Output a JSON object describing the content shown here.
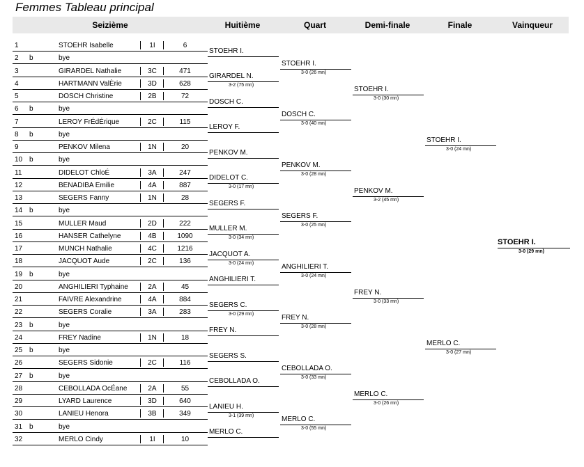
{
  "title": "Femmes Tableau principal",
  "headers": [
    "Seizième",
    "Huitième",
    "Quart",
    "Demi-finale",
    "Finale",
    "Vainqueur"
  ],
  "entries": [
    {
      "num": "1",
      "b": "",
      "name": "STOEHR Isabelle",
      "cls": "1I",
      "rank": "6"
    },
    {
      "num": "2",
      "b": "b",
      "name": "bye",
      "cls": "",
      "rank": ""
    },
    {
      "num": "3",
      "b": "",
      "name": "GIRARDEL Nathalie",
      "cls": "3C",
      "rank": "471"
    },
    {
      "num": "4",
      "b": "",
      "name": "HARTMANN ValÈrie",
      "cls": "3D",
      "rank": "628"
    },
    {
      "num": "5",
      "b": "",
      "name": "DOSCH Christine",
      "cls": "2B",
      "rank": "72"
    },
    {
      "num": "6",
      "b": "b",
      "name": "bye",
      "cls": "",
      "rank": ""
    },
    {
      "num": "7",
      "b": "",
      "name": "LEROY FrÉdÉrique",
      "cls": "2C",
      "rank": "115"
    },
    {
      "num": "8",
      "b": "b",
      "name": "bye",
      "cls": "",
      "rank": ""
    },
    {
      "num": "9",
      "b": "",
      "name": "PENKOV Milena",
      "cls": "1N",
      "rank": "20"
    },
    {
      "num": "10",
      "b": "b",
      "name": "bye",
      "cls": "",
      "rank": ""
    },
    {
      "num": "11",
      "b": "",
      "name": "DIDELOT ChloÉ",
      "cls": "3A",
      "rank": "247"
    },
    {
      "num": "12",
      "b": "",
      "name": "BENADIBA Emilie",
      "cls": "4A",
      "rank": "887"
    },
    {
      "num": "13",
      "b": "",
      "name": "SEGERS Fanny",
      "cls": "1N",
      "rank": "28"
    },
    {
      "num": "14",
      "b": "b",
      "name": "bye",
      "cls": "",
      "rank": ""
    },
    {
      "num": "15",
      "b": "",
      "name": "MULLER Maud",
      "cls": "2D",
      "rank": "222"
    },
    {
      "num": "16",
      "b": "",
      "name": "HANSER Cathelyne",
      "cls": "4B",
      "rank": "1090"
    },
    {
      "num": "17",
      "b": "",
      "name": "MUNCH Nathalie",
      "cls": "4C",
      "rank": "1216"
    },
    {
      "num": "18",
      "b": "",
      "name": "JACQUOT Aude",
      "cls": "2C",
      "rank": "136"
    },
    {
      "num": "19",
      "b": "b",
      "name": "bye",
      "cls": "",
      "rank": ""
    },
    {
      "num": "20",
      "b": "",
      "name": "ANGHILIERI Typhaine",
      "cls": "2A",
      "rank": "45"
    },
    {
      "num": "21",
      "b": "",
      "name": "FAIVRE Alexandrine",
      "cls": "4A",
      "rank": "884"
    },
    {
      "num": "22",
      "b": "",
      "name": "SEGERS Coralie",
      "cls": "3A",
      "rank": "283"
    },
    {
      "num": "23",
      "b": "b",
      "name": "bye",
      "cls": "",
      "rank": ""
    },
    {
      "num": "24",
      "b": "",
      "name": "FREY Nadine",
      "cls": "1N",
      "rank": "18"
    },
    {
      "num": "25",
      "b": "b",
      "name": "bye",
      "cls": "",
      "rank": ""
    },
    {
      "num": "26",
      "b": "",
      "name": "SEGERS Sidonie",
      "cls": "2C",
      "rank": "116"
    },
    {
      "num": "27",
      "b": "b",
      "name": "bye",
      "cls": "",
      "rank": ""
    },
    {
      "num": "28",
      "b": "",
      "name": "CEBOLLADA OcÉane",
      "cls": "2A",
      "rank": "55"
    },
    {
      "num": "29",
      "b": "",
      "name": "LYARD Laurence",
      "cls": "3D",
      "rank": "640"
    },
    {
      "num": "30",
      "b": "",
      "name": "LANIEU Henora",
      "cls": "3B",
      "rank": "349"
    },
    {
      "num": "31",
      "b": "b",
      "name": "bye",
      "cls": "",
      "rank": ""
    },
    {
      "num": "32",
      "b": "",
      "name": "MERLO Cindy",
      "cls": "1I",
      "rank": "10"
    }
  ],
  "huitieme": [
    {
      "name": "STOEHR I.",
      "score": ""
    },
    {
      "name": "GIRARDEL N.",
      "score": "3-2 (75 mn)"
    },
    {
      "name": "DOSCH C.",
      "score": ""
    },
    {
      "name": "LEROY F.",
      "score": ""
    },
    {
      "name": "PENKOV M.",
      "score": ""
    },
    {
      "name": "DIDELOT C.",
      "score": "3-0 (17 mn)"
    },
    {
      "name": "SEGERS F.",
      "score": ""
    },
    {
      "name": "MULLER M.",
      "score": "3-0 (34 mn)"
    },
    {
      "name": "JACQUOT A.",
      "score": "3-0 (24 mn)"
    },
    {
      "name": "ANGHILIERI T.",
      "score": ""
    },
    {
      "name": "SEGERS C.",
      "score": "3-0 (29 mn)"
    },
    {
      "name": "FREY N.",
      "score": ""
    },
    {
      "name": "SEGERS S.",
      "score": ""
    },
    {
      "name": "CEBOLLADA O.",
      "score": ""
    },
    {
      "name": "LANIEU H.",
      "score": "3-1 (39 mn)"
    },
    {
      "name": "MERLO C.",
      "score": ""
    }
  ],
  "quart": [
    {
      "name": "STOEHR I.",
      "score": "3-0 (26 mn)"
    },
    {
      "name": "DOSCH C.",
      "score": "3-0 (40 mn)"
    },
    {
      "name": "PENKOV M.",
      "score": "3-0 (28 mn)"
    },
    {
      "name": "SEGERS F.",
      "score": "3-0 (25 mn)"
    },
    {
      "name": "ANGHILIERI T.",
      "score": "3-0 (24 mn)"
    },
    {
      "name": "FREY N.",
      "score": "3-0 (28 mn)"
    },
    {
      "name": "CEBOLLADA O.",
      "score": "3-0 (33 mn)"
    },
    {
      "name": "MERLO C.",
      "score": "3-0 (55 mn)"
    }
  ],
  "demi": [
    {
      "name": "STOEHR I.",
      "score": "3-0 (30 mn)"
    },
    {
      "name": "PENKOV M.",
      "score": "3-2 (45 mn)"
    },
    {
      "name": "FREY N.",
      "score": "3-0 (33 mn)"
    },
    {
      "name": "MERLO C.",
      "score": "3-0 (26 mn)"
    }
  ],
  "finale": [
    {
      "name": "STOEHR I.",
      "score": "3-0 (24 mn)"
    },
    {
      "name": "MERLO C.",
      "score": "3-0 (27 mn)"
    }
  ],
  "vainqueur": {
    "name": "STOEHR I.",
    "score": "3-0 (29 mn)"
  }
}
